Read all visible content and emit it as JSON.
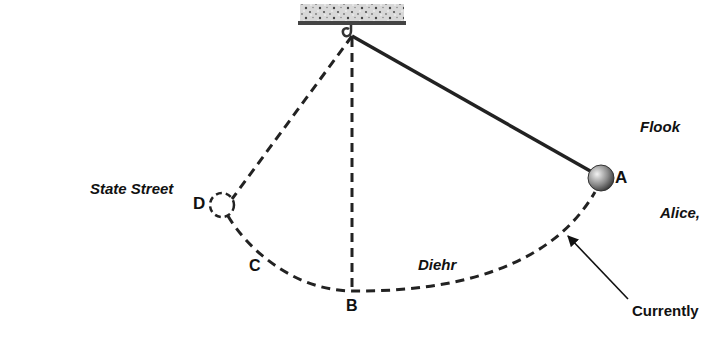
{
  "diagram": {
    "labels": [
      "Flook",
      "State Street",
      "D",
      "A",
      "Alice,",
      "C",
      "B",
      "Diehr",
      "Currently"
    ]
  }
}
